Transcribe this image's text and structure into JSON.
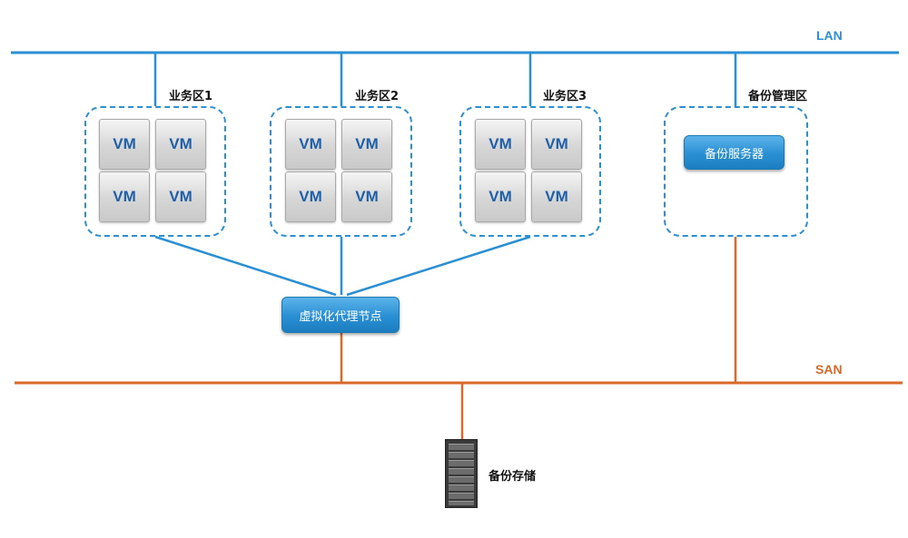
{
  "networks": {
    "lan_label": "LAN",
    "san_label": "SAN",
    "lan_color": "#2a8fd3",
    "san_color": "#d8692a"
  },
  "zones": [
    {
      "label": "业务区1",
      "vms": [
        "VM",
        "VM",
        "VM",
        "VM"
      ]
    },
    {
      "label": "业务区2",
      "vms": [
        "VM",
        "VM",
        "VM",
        "VM"
      ]
    },
    {
      "label": "业务区3",
      "vms": [
        "VM",
        "VM",
        "VM",
        "VM"
      ]
    }
  ],
  "backup_zone": {
    "label": "备份管理区",
    "server_label": "备份服务器"
  },
  "proxy": {
    "label": "虚拟化代理节点"
  },
  "storage": {
    "label": "备份存储",
    "icon": "storage-rack-icon"
  }
}
